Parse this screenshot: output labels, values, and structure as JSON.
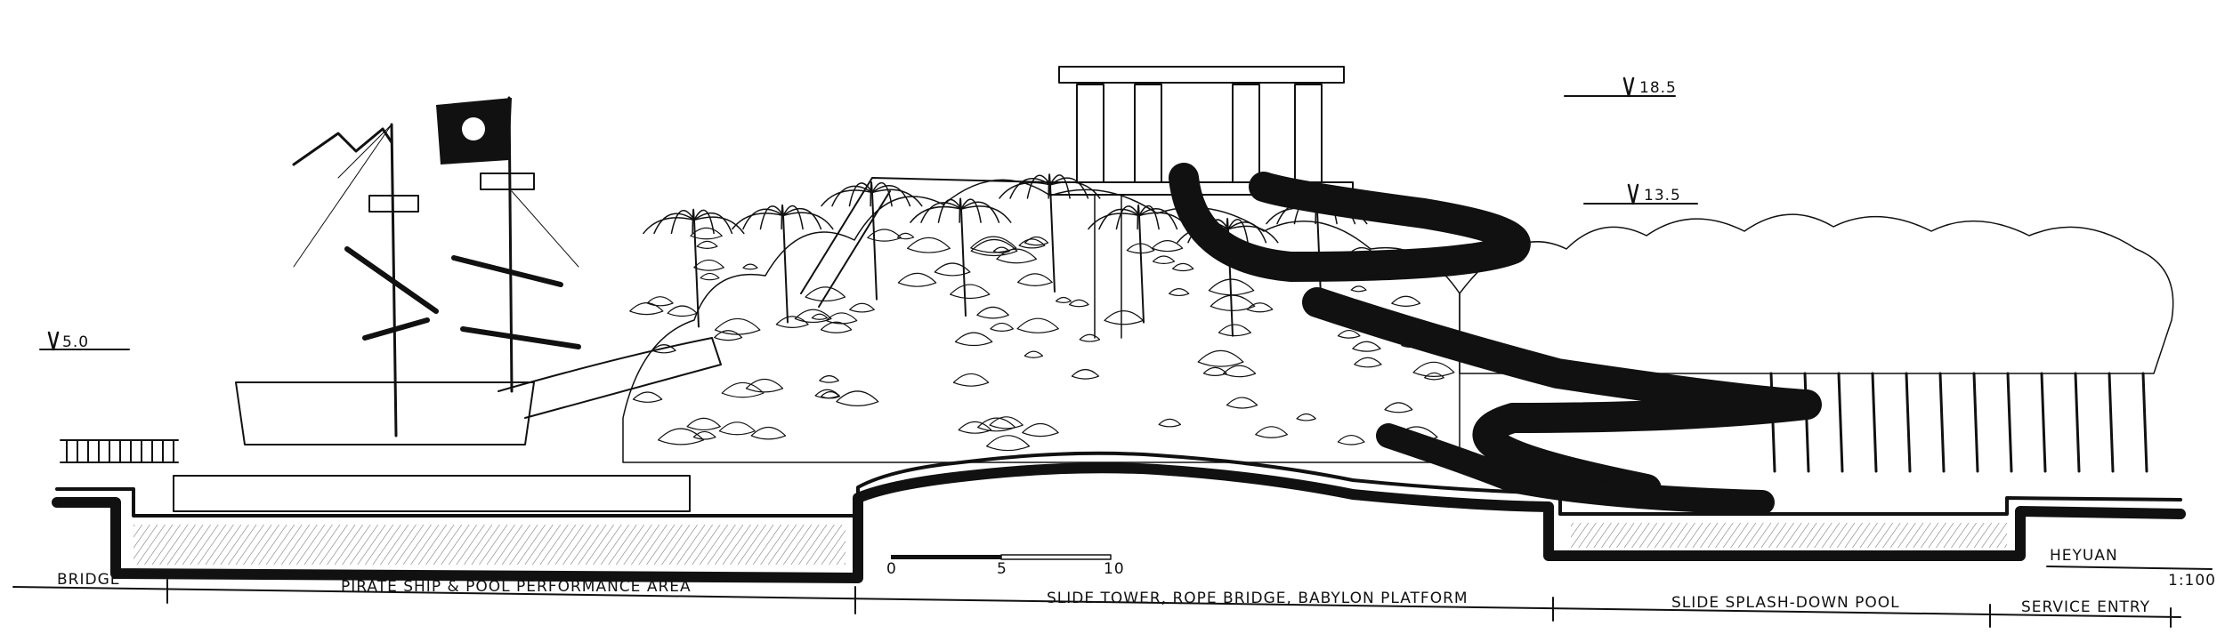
{
  "title": "Water park section sketch",
  "colors": {
    "ink": "#111111",
    "paper": "#ffffff"
  },
  "elevations": [
    {
      "id": "el-18-5",
      "label": "18.5"
    },
    {
      "id": "el-13-5",
      "label": "13.5"
    },
    {
      "id": "el-5-0",
      "label": "5.0"
    }
  ],
  "zones": [
    {
      "id": "bridge",
      "label": "BRIDGE"
    },
    {
      "id": "pirate",
      "label": "PIRATE SHIP & POOL  PERFORMANCE AREA"
    },
    {
      "id": "slide-tower",
      "label": "SLIDE TOWER, ROPE BRIDGE, BABYLON PLATFORM"
    },
    {
      "id": "splash",
      "label": "SLIDE  SPLASH-DOWN POOL"
    },
    {
      "id": "service",
      "label": "SERVICE ENTRY"
    }
  ],
  "scale_bar": {
    "ticks": [
      "0",
      "5",
      "10"
    ]
  },
  "signature": "HEYUAN",
  "drawing_scale": "1:100"
}
